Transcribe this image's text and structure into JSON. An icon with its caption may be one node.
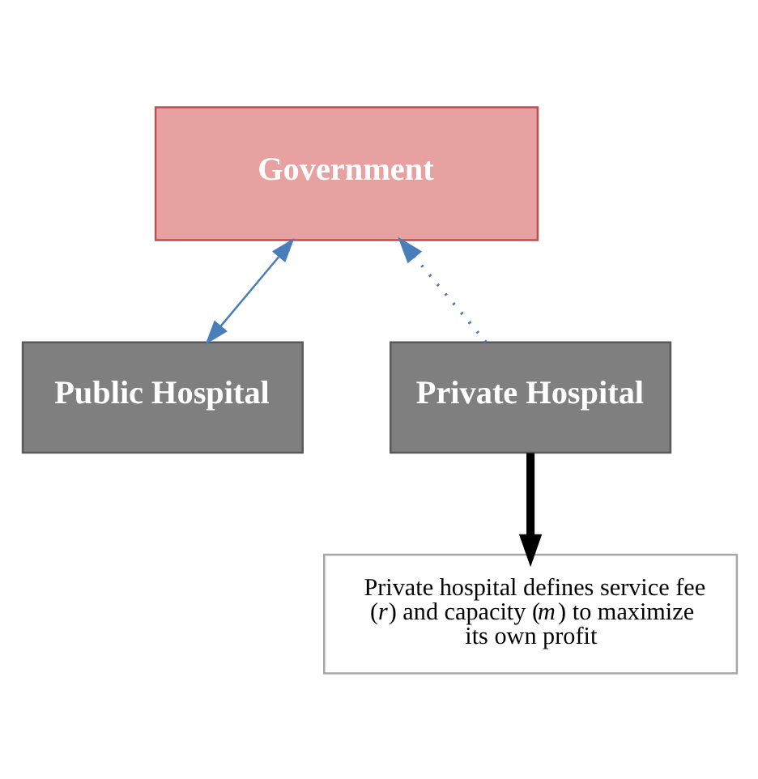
{
  "diagram": {
    "nodes": [
      {
        "text": [
          "Government"
        ]
      },
      {
        "text": [
          "Public Hospital"
        ]
      },
      {
        "text": [
          "Private Hospital"
        ]
      },
      {
        "text": [
          "Private hospital defines service fee (*r*) and capacity (*m*) to maximize its own profit"
        ]
      }
    ],
    "edges": [
      {
        "from": 0,
        "to": 1,
        "arrow": "both",
        "color": "#4a7ebb"
      },
      {
        "from": 2,
        "to": 0,
        "arrow": "to",
        "style": "dashed",
        "color": "#4a7ebb"
      },
      {
        "from": 2,
        "to": 3,
        "arrow": "to",
        "style": "thick",
        "color": "#000000"
      }
    ]
  }
}
